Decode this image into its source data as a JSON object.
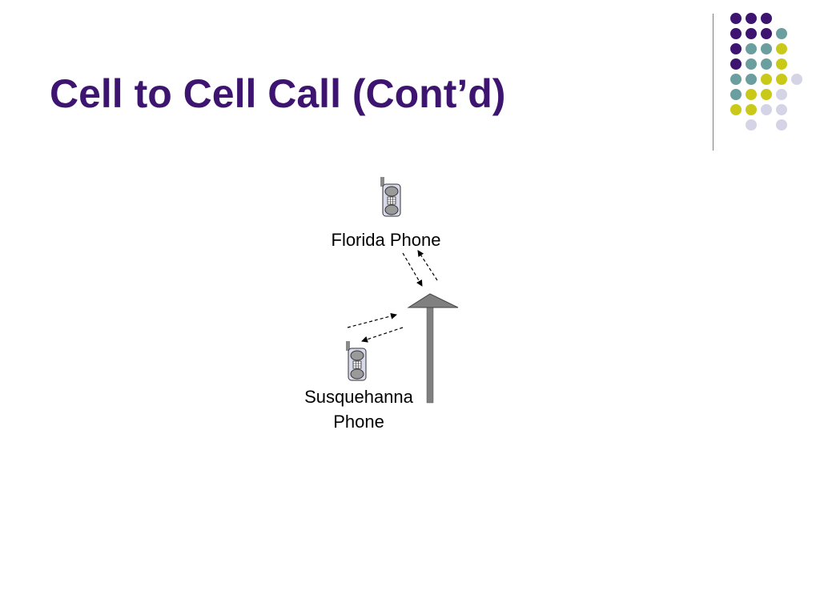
{
  "slide": {
    "title": "Cell to Cell Call (Cont’d)"
  },
  "diagram": {
    "florida_phone_label": "Florida Phone",
    "susquehanna_phone_line1": "Susquehanna",
    "susquehanna_phone_line2": "Phone"
  },
  "colors": {
    "title": "#3d1570",
    "dot_purple": "#3d1570",
    "dot_teal": "#6b9e9e",
    "dot_yellow": "#c9c91a",
    "dot_lavender": "#d4d4e6",
    "tower": "#808080"
  },
  "decoration": {
    "dot_rows": [
      [
        "purple",
        "purple",
        "purple"
      ],
      [
        "purple",
        "purple",
        "purple",
        "teal"
      ],
      [
        "purple",
        "teal",
        "teal",
        "yellow"
      ],
      [
        "purple",
        "teal",
        "teal",
        "yellow"
      ],
      [
        "teal",
        "teal",
        "yellow",
        "yellow",
        "lavender"
      ],
      [
        "teal",
        "yellow",
        "yellow",
        "lavender"
      ],
      [
        "yellow",
        "yellow",
        "lavender",
        "lavender"
      ],
      [
        "lavender",
        "lavender"
      ]
    ]
  }
}
